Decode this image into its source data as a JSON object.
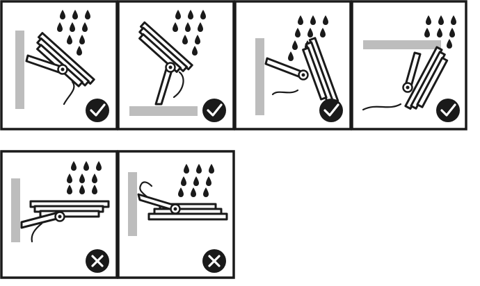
{
  "colors": {
    "ink": "#1a1a1a",
    "wall": "#bdbdbd",
    "background": "#ffffff"
  },
  "panels": [
    {
      "id": "p1",
      "status": "correct",
      "icon": "check-icon"
    },
    {
      "id": "p2",
      "status": "correct",
      "icon": "check-icon"
    },
    {
      "id": "p3",
      "status": "correct",
      "icon": "check-icon"
    },
    {
      "id": "p4",
      "status": "correct",
      "icon": "check-icon"
    },
    {
      "id": "p5",
      "status": "incorrect",
      "icon": "cross-icon"
    },
    {
      "id": "p6",
      "status": "incorrect",
      "icon": "cross-icon"
    }
  ]
}
